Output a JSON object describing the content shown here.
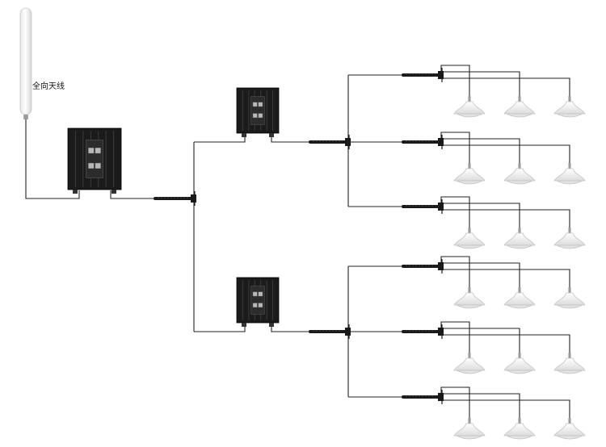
{
  "antenna_label": "全向天线",
  "colors": {
    "wire": "#222222",
    "repeater_body": "#1b1b1b",
    "repeater_fin": "#3a3a3a",
    "antenna_body": "#f4f4f4",
    "ceiling_antenna": "#f1f1f1"
  },
  "topology": {
    "main_repeater": "repeater",
    "first_splitter": "power-splitter",
    "branches": [
      {
        "repeater": "repeater",
        "splitter": "power-splitter",
        "outputs": [
          {
            "splitter": "power-splitter",
            "ceiling_antennas": 3
          },
          {
            "splitter": "power-splitter",
            "ceiling_antennas": 3
          },
          {
            "splitter": "power-splitter",
            "ceiling_antennas": 3
          }
        ]
      },
      {
        "repeater": "repeater",
        "splitter": "power-splitter",
        "outputs": [
          {
            "splitter": "power-splitter",
            "ceiling_antennas": 3
          },
          {
            "splitter": "power-splitter",
            "ceiling_antennas": 3
          },
          {
            "splitter": "power-splitter",
            "ceiling_antennas": 3
          }
        ]
      }
    ]
  },
  "icons": {
    "outdoor_antenna": "omni-antenna-icon",
    "repeater": "repeater-icon",
    "splitter": "power-splitter-icon",
    "indoor_antenna": "ceiling-antenna-icon"
  }
}
